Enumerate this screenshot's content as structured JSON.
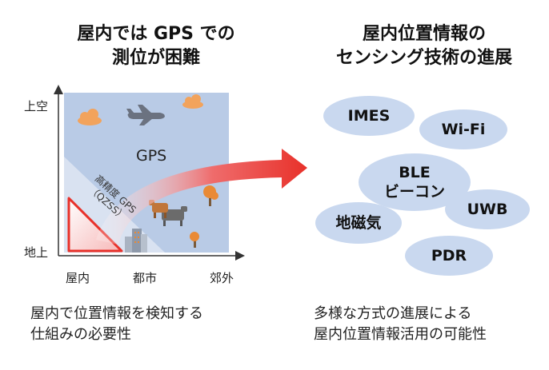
{
  "left_title": [
    "屋内では GPS での",
    "測位が困難"
  ],
  "right_title": [
    "屋内位置情報の",
    "センシング技術の進展"
  ],
  "diagram": {
    "y_axis": {
      "top": "上空",
      "bottom": "地上"
    },
    "x_axis": {
      "left": "屋内",
      "middle": "都市",
      "right": "郊外"
    },
    "gps_label": "GPS",
    "band_label": [
      "高精度 GPS",
      "（QZSS）"
    ]
  },
  "technologies": [
    "IMES",
    "Wi-Fi",
    "BLE\nビーコン",
    "地磁気",
    "UWB",
    "PDR"
  ],
  "left_caption": [
    "屋内で位置情報を検知する",
    "仕組みの必要性"
  ],
  "right_caption": [
    "多様な方式の進展による",
    "屋内位置情報活用の可能性"
  ],
  "colors": {
    "sky": "#b9cbe6",
    "band": "#d9e2f1",
    "bubble": "#c9d8ef",
    "accent": "#e8312a",
    "cloud": "#f2a35c",
    "tree": "#e98a36"
  }
}
